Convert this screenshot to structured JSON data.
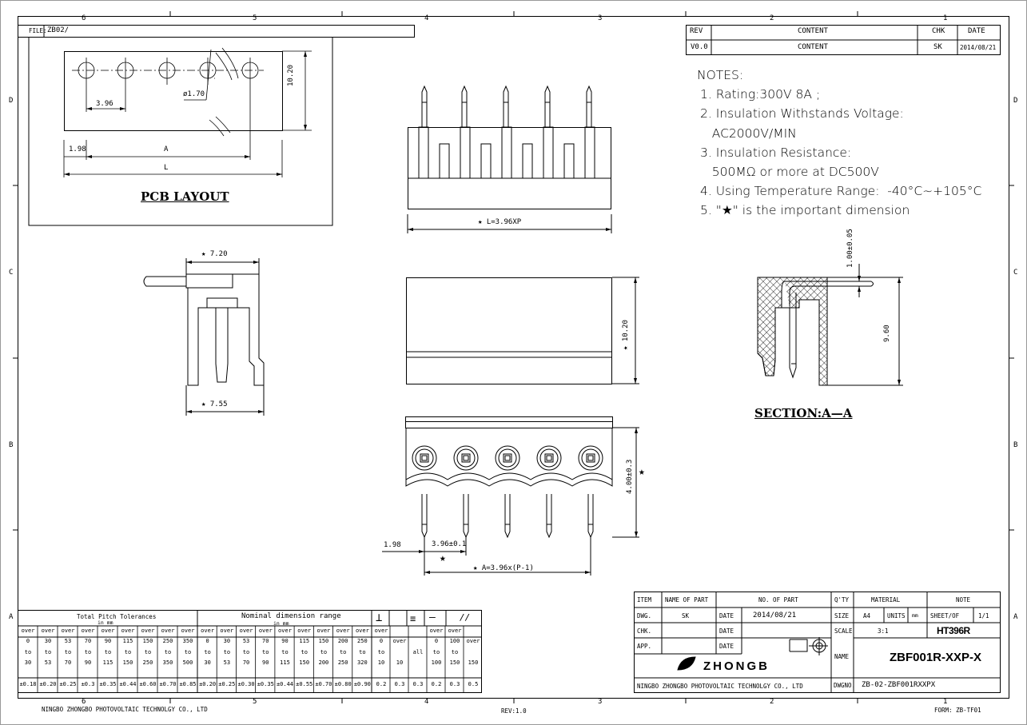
{
  "file_label": "FILE:",
  "file_name": "ZB02/",
  "zone_numbers": [
    "6",
    "5",
    "4",
    "3",
    "2",
    "1"
  ],
  "zone_letters": [
    "D",
    "C",
    "B",
    "A"
  ],
  "revision": {
    "headers": {
      "rev": "REV",
      "content": "CONTENT",
      "chk": "CHK",
      "date": "DATE"
    },
    "rows": [
      {
        "rev": "V0.0",
        "content": "CONTENT",
        "chk": "SK",
        "date": "2014/08/21"
      }
    ]
  },
  "notes": {
    "title": "NOTES:",
    "lines": [
      "1. Rating:300V 8A ;",
      "2. Insulation Withstands Voltage:",
      "   AC2000V/MIN",
      "3. Insulation Resistance:",
      "   500MΩ or more at DC500V",
      "4. Using Temperature Range:  -40°C~+105°C",
      "5. \"★\" is the important dimension"
    ]
  },
  "pcb_layout": {
    "title": "PCB LAYOUT",
    "dims": {
      "pitch": "3.96",
      "hole": "ø1.70",
      "height": "10.20",
      "offset": "1.98",
      "a": "A",
      "l": "L"
    }
  },
  "front_view": {
    "length_label": "★ L=3.96XP"
  },
  "side_view": {
    "top_dim": "★ 7.20",
    "bottom_dim": "★ 7.55"
  },
  "top_view": {
    "height_dim": "★ 10.20"
  },
  "bottom_view": {
    "offset_dim": "1.98",
    "pitch_dim": "3.96±0.1",
    "a_dim": "★ A=3.96x(P-1)",
    "height_dim": "4.00±0.3",
    "star": "★"
  },
  "section": {
    "title": "SECTION:A—A",
    "dim_top": "1.00±0.05",
    "dim_height": "9.60"
  },
  "tolerance_table": {
    "pitch_title": "Total Pitch Tolerances",
    "nominal_title": "Nominal dimension range",
    "unit": "in mm",
    "symbols": [
      "⊥",
      "≡",
      "—",
      "//"
    ],
    "pitch_cols": [
      [
        "over",
        "0",
        "to",
        "30",
        "±0.18"
      ],
      [
        "over",
        "30",
        "to",
        "53",
        "±0.20"
      ],
      [
        "over",
        "53",
        "to",
        "70",
        "±0.25"
      ],
      [
        "over",
        "70",
        "to",
        "90",
        "±0.3"
      ],
      [
        "over",
        "90",
        "to",
        "115",
        "±0.35"
      ],
      [
        "over",
        "115",
        "to",
        "150",
        "±0.44"
      ],
      [
        "over",
        "150",
        "to",
        "250",
        "±0.60"
      ],
      [
        "over",
        "250",
        "to",
        "350",
        "±0.70"
      ],
      [
        "over",
        "350",
        "to",
        "500",
        "±0.85"
      ]
    ],
    "nominal_cols": [
      [
        "over",
        "0",
        "to",
        "30",
        "±0.20"
      ],
      [
        "over",
        "30",
        "to",
        "53",
        "±0.25"
      ],
      [
        "over",
        "53",
        "to",
        "70",
        "±0.30"
      ],
      [
        "over",
        "70",
        "to",
        "90",
        "±0.35"
      ],
      [
        "over",
        "90",
        "to",
        "115",
        "±0.44"
      ],
      [
        "over",
        "115",
        "to",
        "150",
        "±0.55"
      ],
      [
        "over",
        "150",
        "to",
        "200",
        "±0.70"
      ],
      [
        "over",
        "200",
        "to",
        "250",
        "±0.80"
      ],
      [
        "over",
        "250",
        "to",
        "320",
        "±0.90"
      ]
    ],
    "geo_cols": [
      [
        "over",
        "0",
        "to",
        "10",
        "0.2"
      ],
      [
        "",
        "over",
        "",
        "10",
        "0.3"
      ],
      [
        "",
        "",
        "all",
        "",
        "0.3"
      ],
      [
        "over",
        "0",
        "to",
        "100",
        "0.2"
      ],
      [
        "over",
        "100",
        "to",
        "150",
        "0.3"
      ],
      [
        "",
        "over",
        "",
        "150",
        "0.5"
      ]
    ]
  },
  "title_block": {
    "item": "ITEM",
    "name_of_part": "NAME OF PART",
    "no_of_part": "NO. OF PART",
    "qty": "Q'TY",
    "material": "MATERIAL",
    "note": "NOTE",
    "dwg": "DWG.",
    "dwg_name": "SK",
    "date": "DATE",
    "dwg_date": "2014/08/21",
    "size": "SIZE",
    "size_val": "A4",
    "units": "UNITS",
    "units_val": "mm",
    "sheet": "SHEET/OF",
    "sheet_val": "1/1",
    "chk": "CHK.",
    "scale": "SCALE",
    "scale_val": "3:1",
    "material_val": "HT396R",
    "app": "APP.",
    "name": "NAME",
    "part_name": "ZBF001R-XXP-X",
    "company_logo": "ZHONGB",
    "company": "NINGBO ZHONGBO PHOTOVOLTAIC TECHNOLGY CO., LTD",
    "dwgno": "DWGNO.",
    "dwgno_val": "ZB-02-ZBF001RXXPX"
  },
  "footer": {
    "company": "NINGBO ZHONGBO PHOTOVOLTAIC TECHNOLGY CO., LTD",
    "rev": "REV:1.0",
    "form": "FORM: ZB-TF01"
  }
}
